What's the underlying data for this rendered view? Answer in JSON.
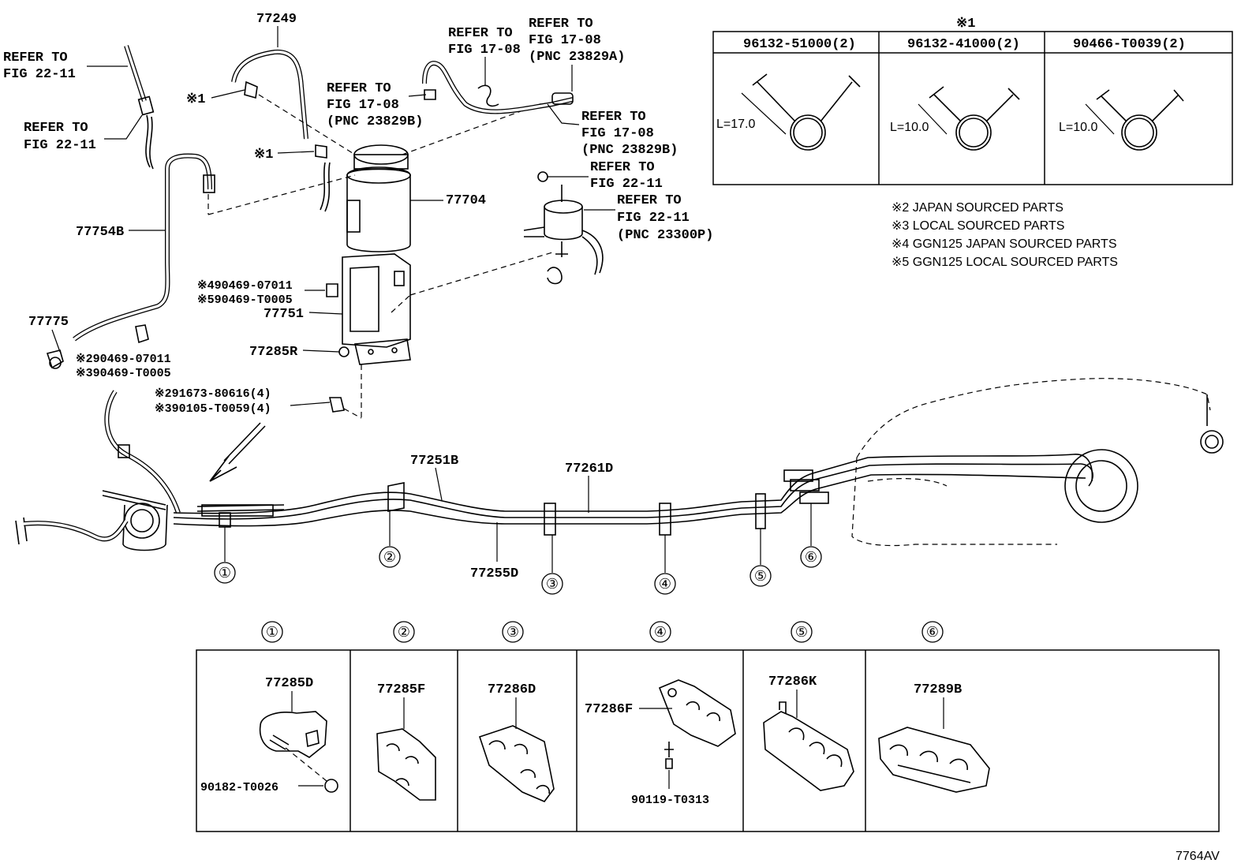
{
  "refs": {
    "fig22_11_a": [
      "REFER TO",
      "FIG 22-11"
    ],
    "fig22_11_b": [
      "REFER TO",
      "FIG 22-11"
    ],
    "fig17_08_a": [
      "REFER TO",
      "FIG 17-08",
      "(PNC 23829B)"
    ],
    "fig17_08_b": [
      "REFER TO",
      "FIG 17-08"
    ],
    "fig17_08_c": [
      "REFER TO",
      "FIG 17-08",
      "(PNC 23829A)"
    ],
    "fig17_08_d": [
      "REFER TO",
      "FIG 17-08",
      "(PNC 23829B)"
    ],
    "fig22_11_c": [
      "REFER TO",
      "FIG 22-11"
    ],
    "fig22_11_d": [
      "REFER TO",
      "FIG 22-11",
      "(PNC 23300P)"
    ]
  },
  "parts": {
    "p77249": "77249",
    "p77704": "77704",
    "p77754B": "77754B",
    "p77775": "77775",
    "p77751": "77751",
    "p77285R": "77285R",
    "p77251B": "77251B",
    "p77261D": "77261D",
    "p77255D": "77255D",
    "mark1a": "※1",
    "mark1b": "※1",
    "p90469a": [
      "※490469-07011",
      "※590469-T0005"
    ],
    "p90469b": [
      "※290469-07011",
      "※390469-T0005"
    ],
    "p91673": [
      "※291673-80616(4)",
      "※390105-T0059(4)"
    ]
  },
  "clip_table": {
    "mark": "※1",
    "columns": [
      "96132-51000(2)",
      "96132-41000(2)",
      "90466-T0039(2)"
    ],
    "lengths": [
      "L=17.0",
      "L=10.0",
      "L=10.0"
    ]
  },
  "notes": [
    "※2 JAPAN SOURCED PARTS",
    "※3 LOCAL SOURCED PARTS",
    "※4 GGN125 JAPAN SOURCED PARTS",
    "※5 GGN125 LOCAL SOURCED PARTS"
  ],
  "callouts": [
    "①",
    "②",
    "③",
    "④",
    "⑤",
    "⑥"
  ],
  "detail_panels": [
    {
      "num": "①",
      "part": "77285D",
      "sub": "90182-T0026"
    },
    {
      "num": "②",
      "part": "77285F",
      "sub": ""
    },
    {
      "num": "③",
      "part": "77286D",
      "sub": ""
    },
    {
      "num": "④",
      "part": "77286F",
      "sub": "90119-T0313"
    },
    {
      "num": "⑤",
      "part": "77286K",
      "sub": ""
    },
    {
      "num": "⑥",
      "part": "77289B",
      "sub": ""
    }
  ],
  "figure_id": "7764AV"
}
